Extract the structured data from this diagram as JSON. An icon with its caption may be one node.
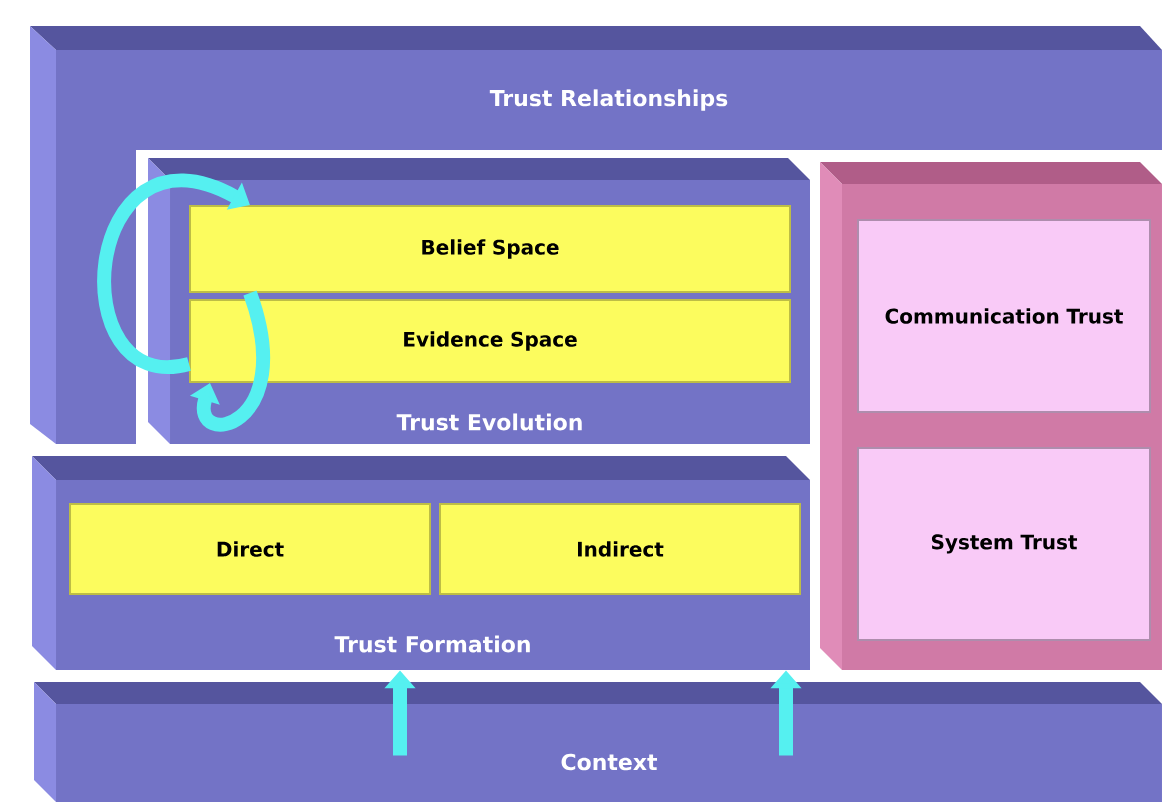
{
  "diagram": {
    "nodes": [
      {
        "text": [
          "Trust Relationships"
        ]
      },
      {
        "text": [
          "Trust Evolution"
        ],
        "in": 0
      },
      {
        "text": [
          "Belief Space"
        ],
        "in": 1
      },
      {
        "text": [
          "Evidence Space"
        ],
        "in": 1
      },
      {
        "text": [],
        "shape": "box"
      },
      {
        "text": [
          "Communication Trust"
        ],
        "in": 4
      },
      {
        "text": [
          "System Trust"
        ],
        "in": 4
      },
      {
        "text": [
          "Trust Formation"
        ]
      },
      {
        "text": [
          "Direct"
        ],
        "in": 7
      },
      {
        "text": [
          "Indirect"
        ],
        "in": 7
      },
      {
        "text": [
          "Context"
        ]
      }
    ],
    "edges": [
      {
        "from": 3,
        "to": 2,
        "arrow": "to"
      },
      {
        "from": 2,
        "to": 3,
        "arrow": "to"
      },
      {
        "from": 10,
        "to": 7,
        "arrow": "to"
      },
      {
        "from": 10,
        "to": 7,
        "arrow": "to"
      }
    ]
  }
}
